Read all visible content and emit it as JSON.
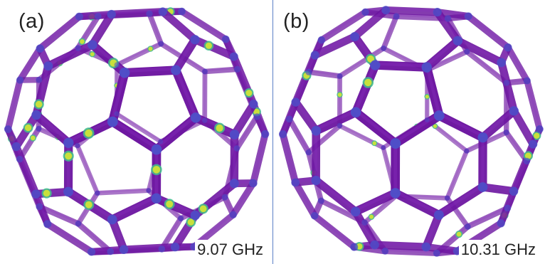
{
  "panels": [
    {
      "label": "(a)",
      "frequency": "9.07 GHz"
    },
    {
      "label": "(b)",
      "frequency": "10.31 GHz"
    }
  ],
  "colors": {
    "rod": "#6c15a0",
    "rod_highlight": "#8a2fc0",
    "node": "#4f4fc8",
    "hot_yellow": "#c8e03c",
    "hot_green": "#3fc28c",
    "divider": "#5b7fc6"
  },
  "structure": "truncated-icosahedron-wireframe"
}
